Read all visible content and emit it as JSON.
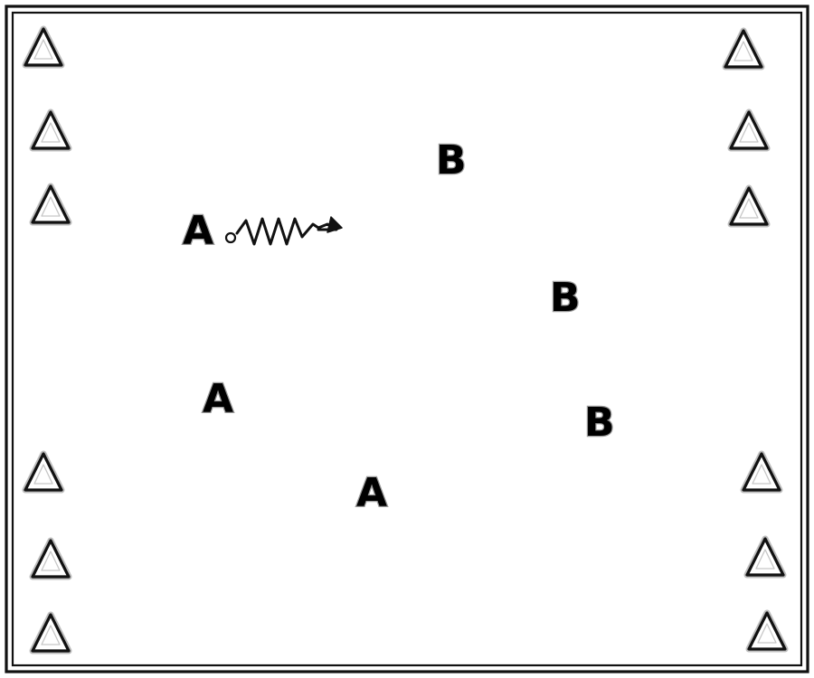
{
  "diagram": {
    "border_color": "#000000",
    "cone_color": "#000000",
    "background": "#ffffff",
    "cone_icon": "triangle-cone-icon",
    "ball_icon": "ball-icon",
    "dribble_icon": "zigzag-dribble-arrow-icon",
    "cones": {
      "left": [
        "cone",
        "cone",
        "cone",
        "cone",
        "cone",
        "cone"
      ],
      "right": [
        "cone",
        "cone",
        "cone",
        "cone",
        "cone",
        "cone"
      ]
    },
    "team_a": {
      "label": "A",
      "count": 3
    },
    "team_b": {
      "label": "B",
      "count": 3
    },
    "players": [
      {
        "team": "A",
        "label": "A",
        "has_ball": true
      },
      {
        "team": "A",
        "label": "A",
        "has_ball": false
      },
      {
        "team": "A",
        "label": "A",
        "has_ball": false
      },
      {
        "team": "B",
        "label": "B",
        "has_ball": false
      },
      {
        "team": "B",
        "label": "B",
        "has_ball": false
      },
      {
        "team": "B",
        "label": "B",
        "has_ball": false
      }
    ]
  }
}
